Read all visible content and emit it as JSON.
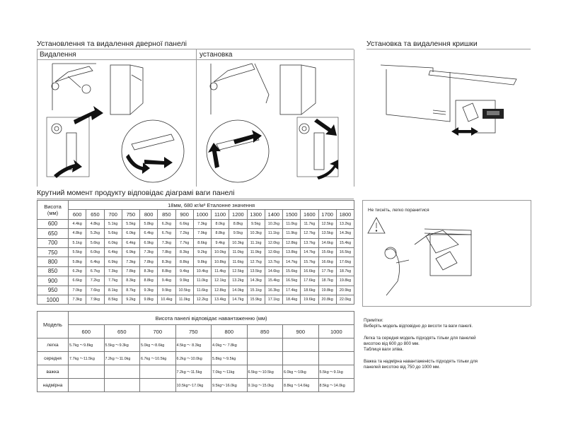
{
  "sections": {
    "door_panel_title": "Установлення та видалення дверної панелі",
    "lid_title": "Установка та видалення кришки",
    "removal_label": "Видалення",
    "install_label": "установка",
    "torque_title": "Крутний момент продукту відповідає діаграмі ваги панелі"
  },
  "weight_table": {
    "height_header": "Висота\n(мм)",
    "reference_header": "18мм, 680 кг/м³ Еталонне значення",
    "widths": [
      "600",
      "650",
      "700",
      "750",
      "800",
      "850",
      "900",
      "1000",
      "1100",
      "1200",
      "1300",
      "1400",
      "1500",
      "1600",
      "1700",
      "1800"
    ],
    "rows": [
      {
        "h": "600",
        "v": [
          "4.4kg",
          "4.8kg",
          "5.1kg",
          "5.5kg",
          "5.8kg",
          "6.2kg",
          "6.6kg",
          "7.3kg",
          "8.0kg",
          "8.8kg",
          "9.5kg",
          "10.2kg",
          "11.0kg",
          "11.7kg",
          "12.5kg",
          "13.2kg"
        ]
      },
      {
        "h": "650",
        "v": [
          "4.8kg",
          "5.2kg",
          "5.6kg",
          "6.0kg",
          "6.4kg",
          "6.7kg",
          "7.2kg",
          "7.9kg",
          "8.8kg",
          "9.5kg",
          "10.3kg",
          "11.1kg",
          "11.9kg",
          "12.7kg",
          "13.5kg",
          "14.3kg"
        ]
      },
      {
        "h": "700",
        "v": [
          "5.1kg",
          "5.6kg",
          "6.0kg",
          "6.4kg",
          "6.9kg",
          "7.3kg",
          "7.7kg",
          "8.6kg",
          "9.4kg",
          "10.3kg",
          "11.1kg",
          "12.0kg",
          "12.8kg",
          "13.7kg",
          "14.6kg",
          "15.4kg"
        ]
      },
      {
        "h": "750",
        "v": [
          "5.5kg",
          "6.0kg",
          "6.4kg",
          "6.9kg",
          "7.3kg",
          "7.8kg",
          "8.3kg",
          "9.2kg",
          "10.0kg",
          "11.0kg",
          "11.9kg",
          "12.6kg",
          "13.8kg",
          "14.7kg",
          "15.6kg",
          "16.5kg"
        ]
      },
      {
        "h": "800",
        "v": [
          "5.8kg",
          "6.4kg",
          "6.9kg",
          "7.3kg",
          "7.8kg",
          "8.3kg",
          "8.8kg",
          "9.8kg",
          "10.8kg",
          "11.6kg",
          "12.7kg",
          "13.7kg",
          "14.7kg",
          "15.7kg",
          "16.6kg",
          "17.6kg"
        ]
      },
      {
        "h": "850",
        "v": [
          "6.2kg",
          "6.7kg",
          "7.3kg",
          "7.8kg",
          "8.3kg",
          "8.8kg",
          "9.4kg",
          "10.4kg",
          "11.4kg",
          "12.5kg",
          "13.5kg",
          "14.6kg",
          "15.6kg",
          "16.6kg",
          "17.7kg",
          "18.7kg"
        ]
      },
      {
        "h": "900",
        "v": [
          "6.6kg",
          "7.2kg",
          "7.7kg",
          "8.3kg",
          "8.8kg",
          "9.4kg",
          "9.9kg",
          "11.0kg",
          "12.1kg",
          "13.2kg",
          "14.3kg",
          "15.4kg",
          "16.5kg",
          "17.6kg",
          "18.7kg",
          "19.8kg"
        ]
      },
      {
        "h": "950",
        "v": [
          "7.0kg",
          "7.6kg",
          "8.1kg",
          "8.7kg",
          "9.3kg",
          "9.9kg",
          "10.5kg",
          "11.6kg",
          "12.8kg",
          "14.0kg",
          "15.1kg",
          "16.3kg",
          "17.4kg",
          "18.6kg",
          "19.8kg",
          "20.9kg"
        ]
      },
      {
        "h": "1000",
        "v": [
          "7.3kg",
          "7.9kg",
          "8.5kg",
          "9.2kg",
          "9.8kg",
          "10.4kg",
          "11.0kg",
          "12.2kg",
          "13.4kg",
          "14.7kg",
          "15.9kg",
          "17.1kg",
          "18.4kg",
          "19.6kg",
          "20.8kg",
          "22.0kg"
        ]
      }
    ]
  },
  "model_table": {
    "model_header": "Модель",
    "range_header": "Висота панелі відповідає навантаженню (мм)",
    "heights": [
      "600",
      "650",
      "700",
      "750",
      "800",
      "850",
      "900",
      "1000"
    ],
    "models": [
      {
        "name": "легка",
        "cells": [
          "5.7kg ～9.8kg",
          "5.5kg ～9.3kg",
          "5.0kg ～8.6kg",
          "4.5kg ～ 8.3kg",
          "4.0kg ～ 7.8kg",
          "",
          "",
          ""
        ]
      },
      {
        "name": "середня",
        "cells": [
          "7.7kg ～11.5kg",
          "7.2kg ～11.0kg",
          "6.7kg ～10.5kg",
          "6.2kg ～10.0kg",
          "5.8kg ～9.5kg",
          "",
          "",
          ""
        ]
      },
      {
        "name": "важка",
        "cells": [
          "",
          "",
          "",
          "7.2kg ～11.5kg",
          "7.0kg ～11kg",
          "6.5kg ～10.5kg",
          "6.0kg ～10kg",
          "5.5kg ～9.1kg"
        ]
      },
      {
        "name": "надмірна",
        "cells": [
          "",
          "",
          "",
          "10.5kg～17.0kg",
          "9.5kg～16.0kg",
          "9.1kg ～15.0kg",
          "8.8kg ～14.6kg",
          "8.5kg ～14.0kg"
        ]
      }
    ]
  },
  "warning": {
    "text": "Не тисніть, легко поранитися"
  },
  "notes": {
    "title": "Примітки:",
    "line1": "Виберіть модель відповідно до висоти та ваги панелі.",
    "para2_l1": "Легка та середня модель підходять тільки для панелей",
    "para2_l2": "висотою від 600 до 800 мм.",
    "para2_l3": "Таблиця ваги злівa.",
    "para3_l1": "Важка та надмірна навантаженість підходять тільки для",
    "para3_l2": "панелей висотою від 750 до 1000 мм."
  }
}
